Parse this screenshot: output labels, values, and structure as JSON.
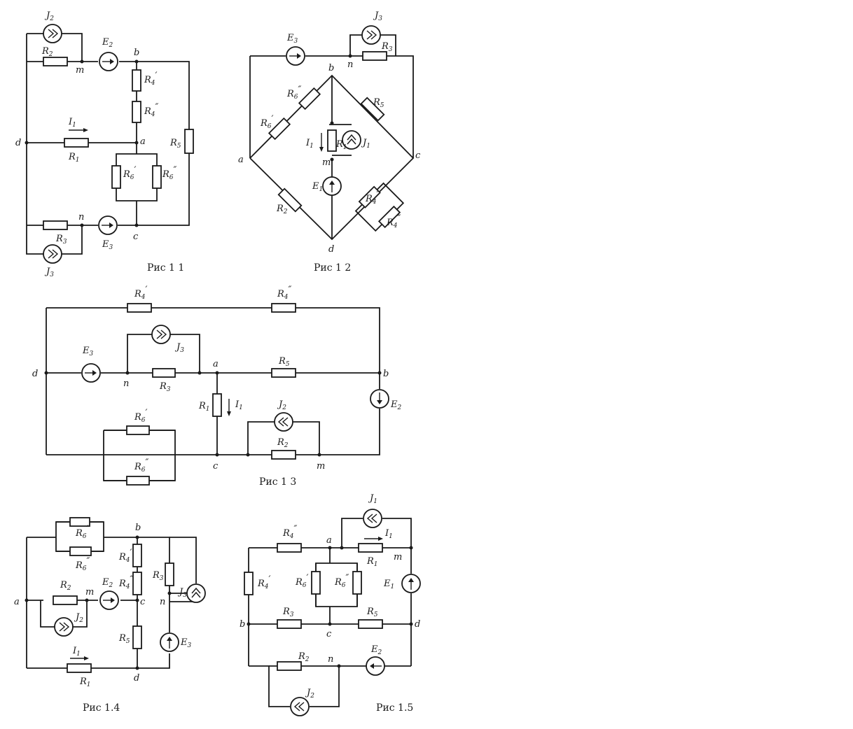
{
  "captions": {
    "fig1": "Рис 1 1",
    "fig2": "Рис 1 2",
    "fig3": "Рис 1 3",
    "fig4": "Рис 1.4",
    "fig5": "Рис 1.5"
  },
  "fig1": {
    "nodes": {
      "b": "b",
      "a": "a",
      "c": "c",
      "d": "d",
      "m": "m",
      "n": "n"
    },
    "labels": {
      "J2": "J",
      "J2s": "2",
      "R2": "R",
      "R2s": "2",
      "E2": "E",
      "E2s": "2",
      "R4p": "R",
      "R4ps": "4",
      "R4pp": "R",
      "R4pps": "4",
      "I1": "I",
      "I1s": "1",
      "R1": "R",
      "R1s": "1",
      "R5": "R",
      "R5s": "5",
      "R6p": "R",
      "R6ps": "6",
      "R6pp": "R",
      "R6pps": "6",
      "R3": "R",
      "R3s": "3",
      "E3": "E",
      "E3s": "3",
      "J3": "J",
      "J3s": "3"
    }
  },
  "fig2": {
    "nodes": {
      "b": "b",
      "a": "a",
      "c": "c",
      "d": "d",
      "m": "m",
      "n": "n"
    },
    "labels": {
      "E3": "E",
      "E3s": "3",
      "J3": "J",
      "J3s": "3",
      "R3": "R",
      "R3s": "3",
      "R6pp": "R",
      "R6pps": "6",
      "R6p": "R",
      "R6ps": "6",
      "R5": "R",
      "R5s": "5",
      "I1": "I",
      "I1s": "1",
      "R1": "R",
      "R1s": "1",
      "J1": "J",
      "J1s": "1",
      "E1": "E",
      "E1s": "1",
      "R2": "R",
      "R2s": "2",
      "R4p": "R",
      "R4ps": "4",
      "R4pp": "R",
      "R4pps": "4"
    }
  },
  "fig3": {
    "nodes": {
      "d": "d",
      "a": "a",
      "b": "b",
      "n": "n",
      "c": "c",
      "m": "m"
    },
    "labels": {
      "R4p": "R",
      "R4ps": "4",
      "R4pp": "R",
      "R4pps": "4",
      "E3": "E",
      "E3s": "3",
      "J3": "J",
      "J3s": "3",
      "R3": "R",
      "R3s": "3",
      "R5": "R",
      "R5s": "5",
      "R1": "R",
      "R1s": "1",
      "I1": "I",
      "I1s": "1",
      "J2": "J",
      "J2s": "2",
      "E2": "E",
      "E2s": "2",
      "R6p": "R",
      "R6ps": "6",
      "R6pp": "R",
      "R6pps": "6",
      "R2": "R",
      "R2s": "2"
    }
  },
  "fig4": {
    "nodes": {
      "a": "a",
      "b": "b",
      "c": "c",
      "d": "d",
      "m": "m",
      "n": "n"
    },
    "labels": {
      "R6p": "R",
      "R6ps": "6",
      "R6pp": "R",
      "R6pps": "6",
      "R4p": "R",
      "R4ps": "4",
      "R4pp": "R",
      "R4pps": "4",
      "R3": "R",
      "R3s": "3",
      "J3": "J",
      "J3s": "3",
      "R2": "R",
      "R2s": "2",
      "E2": "E",
      "E2s": "2",
      "J2": "J",
      "J2s": "2",
      "R5": "R",
      "R5s": "5",
      "E3": "E",
      "E3s": "3",
      "I1": "I",
      "I1s": "1",
      "R1": "R",
      "R1s": "1"
    }
  },
  "fig5": {
    "nodes": {
      "a": "a",
      "b": "b",
      "c": "c",
      "d": "d",
      "m": "m",
      "n": "n"
    },
    "labels": {
      "J1": "J",
      "J1s": "1",
      "I1": "I",
      "I1s": "1",
      "R4pp": "R",
      "R4pps": "4",
      "R1": "R",
      "R1s": "1",
      "R4p": "R",
      "R4ps": "4",
      "R6p": "R",
      "R6ps": "6",
      "R6pp": "R",
      "R6pps": "6",
      "E1": "E",
      "E1s": "1",
      "R3": "R",
      "R3s": "3",
      "R5": "R",
      "R5s": "5",
      "R2": "R",
      "R2s": "2",
      "E2": "E",
      "E2s": "2",
      "J2": "J",
      "J2s": "2"
    }
  }
}
